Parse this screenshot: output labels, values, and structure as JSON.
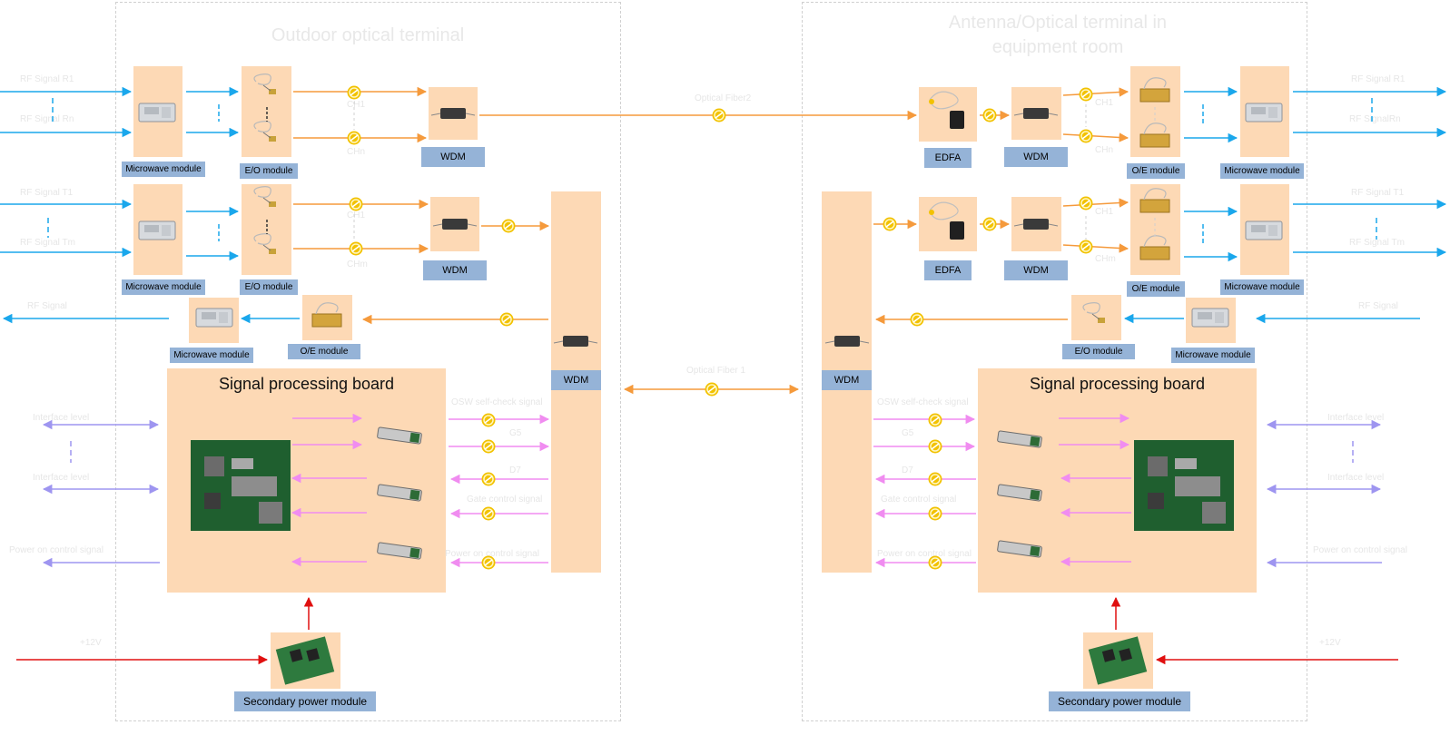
{
  "panels": {
    "left_title": "Outdoor optical terminal",
    "right_title_line1": "Antenna/Optical terminal in",
    "right_title_line2": "equipment room"
  },
  "modules": {
    "microwave": "Microwave module",
    "eo": "E/O module",
    "oe": "O/E module",
    "wdm": "WDM",
    "edfa": "EDFA",
    "spb": "Signal processing board",
    "power": "Secondary power module"
  },
  "signals": {
    "rf_r1": "RF Signal R1",
    "rf_rn": "RF Signal Rn",
    "rf_r1_right": "RF Signal R1",
    "rf_rn_right": "RF SignalRn",
    "rf_t1": "RF Signal T1",
    "rf_tm": "RF Signal Tm",
    "rf_t1_right": "RF Signal T1",
    "rf_tm_right": "RF Signal Tm",
    "rf_signal": "RF Signal",
    "ch1": "CH1",
    "chn": "CHn",
    "chm": "CHm",
    "optical_fiber2": "Optical Fiber2",
    "optical_fiber1": "Optical Fiber 1",
    "interface_level": "Interface level",
    "power_on": "Power on control signal",
    "v12": "+12V",
    "osw": "OSW self-check signal",
    "g5": "G5",
    "d7": "D7",
    "gate_ctrl": "Gate control signal",
    "power_on_short": "Power on control signal"
  }
}
